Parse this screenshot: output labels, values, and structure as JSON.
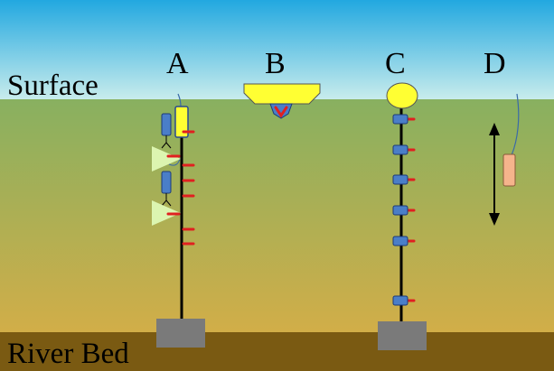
{
  "labels": {
    "surface": "Surface",
    "river_bed": "River Bed",
    "deployment_a": "A",
    "deployment_b": "B",
    "deployment_c": "C",
    "deployment_d": "D"
  },
  "colors": {
    "sky_top": "#22a8e0",
    "sky_bottom": "#c8ecec",
    "water_top": "#88b060",
    "water_bottom": "#d2ae48",
    "river_bed": "#7a5a12",
    "anchor": "#7a7a7a",
    "float_yellow": "#ffff33",
    "instrument_blue": "#4a7ec8",
    "sensor_red": "#e02020",
    "light_cone": "#dcf5b0",
    "profiler_salmon": "#f5b48c",
    "line": "#000000"
  }
}
